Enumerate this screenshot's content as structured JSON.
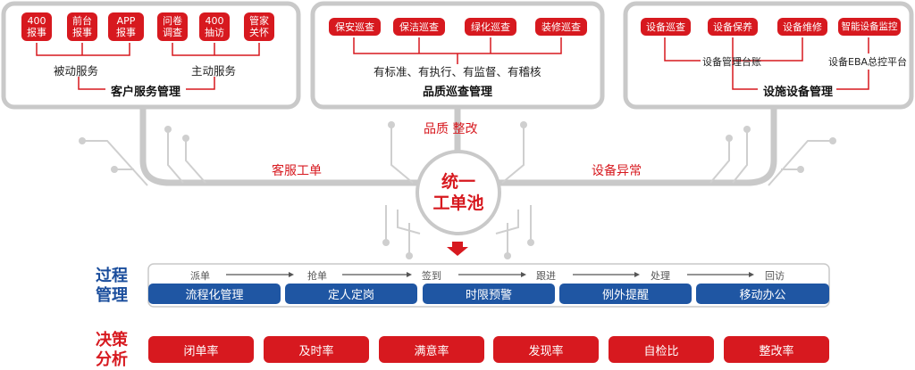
{
  "customer": {
    "tags": [
      "400\n报事",
      "前台\n报事",
      "APP\n报事",
      "问卷\n调查",
      "400\n抽访",
      "管家\n关怀"
    ],
    "passive": "被动服务",
    "active": "主动服务",
    "title": "客户服务管理"
  },
  "quality": {
    "tags": [
      "保安巡查",
      "保洁巡查",
      "绿化巡查",
      "装修巡查"
    ],
    "desc": "有标准、有执行、有监督、有稽核",
    "title": "品质巡查管理"
  },
  "equipment": {
    "tags": [
      "设备巡查",
      "设备保养",
      "设备维修",
      "智能设备监控"
    ],
    "ledger": "设备管理台账",
    "eba": "设备EBA总控平台",
    "title": "设施设备管理"
  },
  "flows": {
    "left": "客服工单",
    "center": "品质 整改",
    "right": "设备异常"
  },
  "pool": {
    "line1": "统一",
    "line2": "工单池"
  },
  "process": {
    "heading": "过程\n管理",
    "steps": [
      "派单",
      "抢单",
      "签到",
      "跟进",
      "处理",
      "回访"
    ],
    "items": [
      "流程化管理",
      "定人定岗",
      "时限预警",
      "例外提醒",
      "移动办公"
    ]
  },
  "decision": {
    "heading": "决策\n分析",
    "items": [
      "闭单率",
      "及时率",
      "满意率",
      "发现率",
      "自检比",
      "整改率"
    ]
  },
  "colors": {
    "red": "#d7191f",
    "blue": "#1f56a3",
    "grey": "#c9c9c9"
  }
}
